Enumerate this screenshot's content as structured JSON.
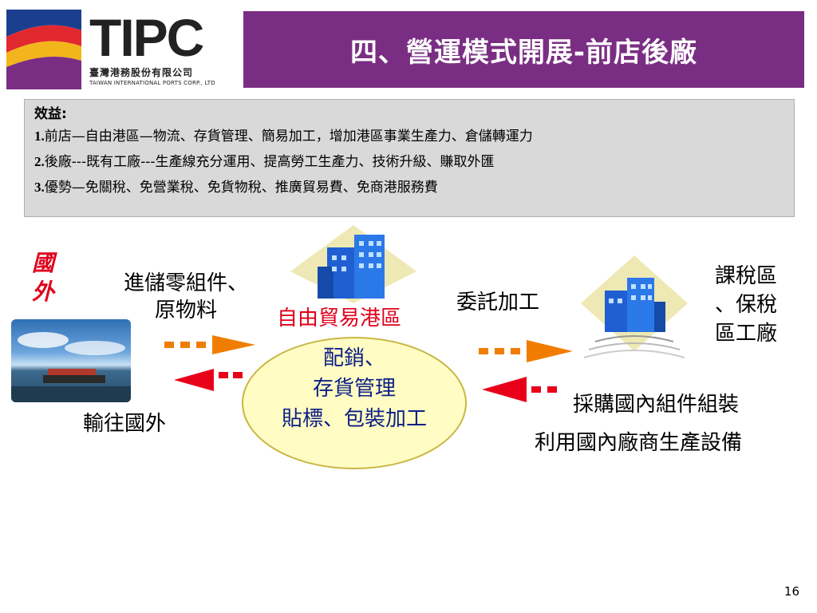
{
  "header": {
    "logo_word": "TIPC",
    "logo_cn": "臺灣港務股份有限公司",
    "logo_en": "TAIWAN INTERNATIONAL PORTS CORP., LTD",
    "title": "四、營運模式開展-前店後廠"
  },
  "benefits": {
    "heading": "效益:",
    "lines": [
      {
        "num": "1.",
        "text": "前店—自由港區—物流、存貨管理、簡易加工，增加港區事業生產力、倉儲轉運力"
      },
      {
        "num": "2.",
        "text": "後廠---既有工廠---生產線充分運用、提高勞工生產力、技術升級、賺取外匯"
      },
      {
        "num": "3.",
        "text": "優勢—免關稅、免營業稅、免貨物稅、推廣貿易費、免商港服務費"
      }
    ]
  },
  "diagram": {
    "overseas": [
      "國",
      "外"
    ],
    "import_parts": [
      "進儲零組件、",
      "原物料"
    ],
    "free_trade_zone": "自由貿易港區",
    "consignment": "委託加工",
    "bonded_zone": [
      "課稅區",
      "、保稅",
      "區工廠"
    ],
    "export": "輸往國外",
    "procure_line1": "採購國內組件組裝",
    "procure_line2": "利用國內廠商生產設備",
    "ellipse_lines": [
      "配銷、",
      "存貨管理",
      "貼標、包裝加工"
    ]
  },
  "colors": {
    "title_bar": "#7a2e83",
    "arrow_orange": "#f07d00",
    "arrow_red": "#e8001a",
    "ellipse_fill": "#fffcc4"
  },
  "page_number": "16"
}
